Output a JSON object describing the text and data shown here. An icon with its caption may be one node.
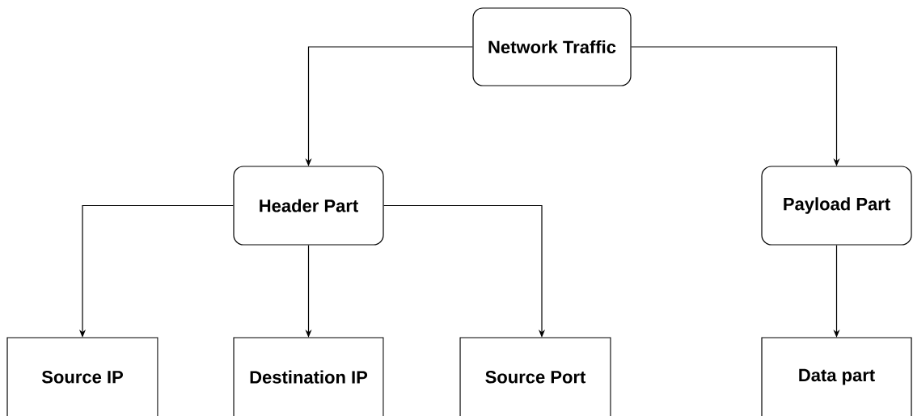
{
  "diagram": {
    "nodes": [
      {
        "text": [
          "Network Traffic"
        ]
      },
      {
        "text": [
          "Header Part"
        ]
      },
      {
        "text": [
          "Payload Part"
        ]
      },
      {
        "text": [
          "Source IP"
        ]
      },
      {
        "text": [
          "Destination IP"
        ]
      },
      {
        "text": [
          "Source Port"
        ]
      },
      {
        "text": [
          "Data part"
        ]
      }
    ],
    "edges": [
      {
        "from": 0,
        "to": 1,
        "arrow": "to"
      },
      {
        "from": 0,
        "to": 2,
        "arrow": "to"
      },
      {
        "from": 1,
        "to": 3,
        "arrow": "to"
      },
      {
        "from": 1,
        "to": 4,
        "arrow": "to"
      },
      {
        "from": 1,
        "to": 5,
        "arrow": "to"
      },
      {
        "from": 2,
        "to": 6,
        "arrow": "to"
      }
    ]
  }
}
